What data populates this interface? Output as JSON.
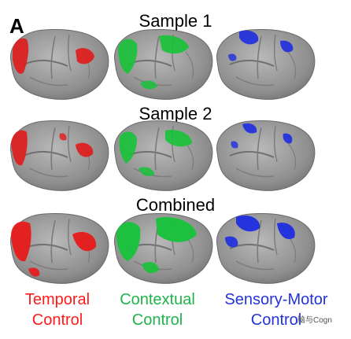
{
  "panel_letter": "A",
  "rows": [
    {
      "title": "Sample 1"
    },
    {
      "title": "Sample 2"
    },
    {
      "title": "Combined"
    }
  ],
  "columns": [
    {
      "line1": "Temporal",
      "line2": "Control",
      "color": "#ff1a1a"
    },
    {
      "line1": "Contextual",
      "line2": "Control",
      "color": "#1fb34a"
    },
    {
      "line1": "Sensory-Motor",
      "line2": "Control",
      "color": "#2433d8"
    }
  ],
  "watermark": "脑与Cogn"
}
